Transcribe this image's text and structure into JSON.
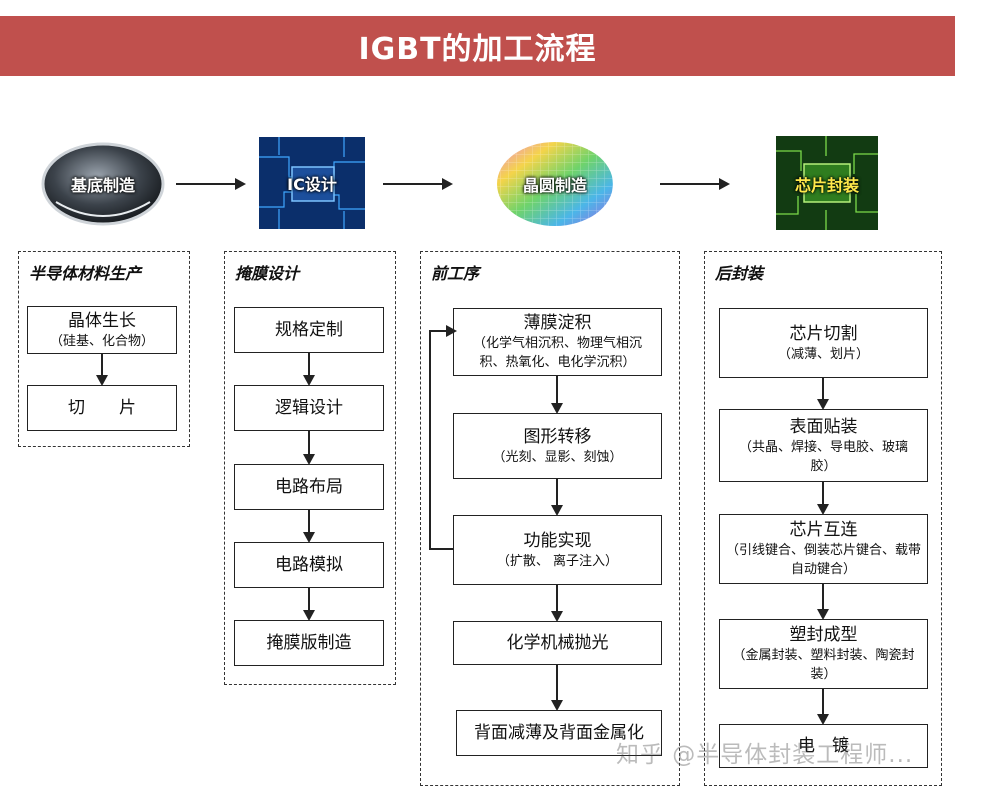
{
  "title": "IGBT的加工流程",
  "stages": [
    {
      "label": "基底制造",
      "icon": "wafer-disc-icon"
    },
    {
      "label": "IC设计",
      "icon": "circuit-chip-icon"
    },
    {
      "label": "晶圆制造",
      "icon": "rainbow-wafer-icon"
    },
    {
      "label": "芯片封装",
      "icon": "green-chip-icon"
    }
  ],
  "groups": [
    {
      "title": "半导体材料生产",
      "steps": [
        {
          "main": "晶体生长",
          "sub": "（硅基、化合物）"
        },
        {
          "main": "切　　片",
          "sub": ""
        }
      ]
    },
    {
      "title": "掩膜设计",
      "steps": [
        {
          "main": "规格定制",
          "sub": ""
        },
        {
          "main": "逻辑设计",
          "sub": ""
        },
        {
          "main": "电路布局",
          "sub": ""
        },
        {
          "main": "电路模拟",
          "sub": ""
        },
        {
          "main": "掩膜版制造",
          "sub": ""
        }
      ]
    },
    {
      "title": "前工序",
      "steps": [
        {
          "main": "薄膜淀积",
          "sub": "（化学气相沉积、物理气相沉积、热氧化、电化学沉积）"
        },
        {
          "main": "图形转移",
          "sub": "（光刻、显影、刻蚀）"
        },
        {
          "main": "功能实现",
          "sub": "（扩散、 离子注入）"
        },
        {
          "main": "化学机械抛光",
          "sub": ""
        },
        {
          "main": "背面减薄及背面金属化",
          "sub": ""
        }
      ]
    },
    {
      "title": "后封装",
      "steps": [
        {
          "main": "芯片切割",
          "sub": "（减薄、划片）"
        },
        {
          "main": "表面贴装",
          "sub": "（共晶、焊接、导电胶、玻璃胶）"
        },
        {
          "main": "芯片互连",
          "sub": "（引线键合、倒装芯片键合、载带自动键合）"
        },
        {
          "main": "塑封成型",
          "sub": "（金属封装、塑料封装、陶瓷封装）"
        },
        {
          "main": "电　镀",
          "sub": ""
        }
      ]
    }
  ],
  "watermark": "知乎 @半导体封装工程师..."
}
